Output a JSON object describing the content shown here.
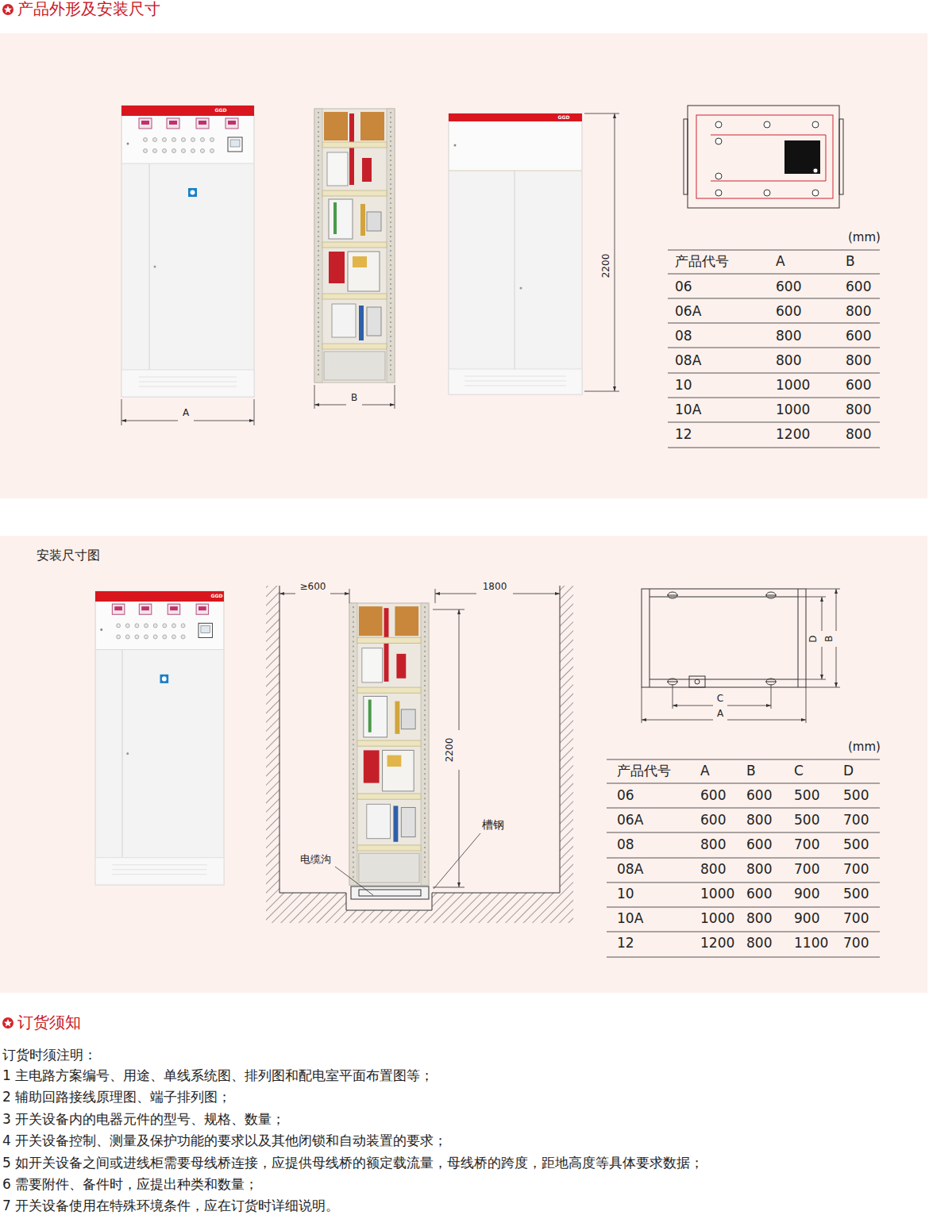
{
  "diagram": {
    "title": "产品外形及安装尺寸",
    "labels": [
      "GGD",
      "GGD",
      "A",
      "B",
      "2200",
      "(mm)",
      "产品代号",
      "A",
      "B",
      "06",
      "600",
      "600",
      "06A",
      "600",
      "800",
      "08",
      "800",
      "600",
      "08A",
      "800",
      "800",
      "10",
      "1000",
      "600",
      "10A",
      "1000",
      "800",
      "12",
      "1200",
      "800",
      "GGD",
      "安装尺寸图",
      "≥600",
      "1800",
      "2200",
      "槽钢",
      "电缆沟",
      "D",
      "B",
      "C",
      "A",
      "(mm)",
      "产品代号",
      "A",
      "B",
      "C",
      "D",
      "06",
      "600",
      "600",
      "500",
      "500",
      "06A",
      "600",
      "800",
      "500",
      "700",
      "08",
      "800",
      "600",
      "700",
      "500",
      "08A",
      "800",
      "800",
      "700",
      "700",
      "10",
      "1000",
      "600",
      "900",
      "500",
      "10A",
      "1000",
      "800",
      "900",
      "700",
      "12",
      "1200",
      "800",
      "1100",
      "700",
      "订货须知",
      "订货时须注明：",
      "1 主电路方案编号、用途、单线系统图、排列图和配电室平面布置图等；",
      "2 辅助回路接线原理图、端子排列图；",
      "3 开关设备内的电器元件的型号、规格、数量；",
      "4 开关设备控制、测量及保护功能的要求以及其他闭锁和自动装置的要求；",
      "5 如开关设备之间或进线柜需要母线桥连接，应提供母线桥的额定载流量，母线桥的跨度，距地高度等具体要求数据；",
      "6 需要附件、备件时，应提出种类和数量；",
      "7 开关设备使用在特殊环境条件，应在订货时详细说明。"
    ]
  }
}
